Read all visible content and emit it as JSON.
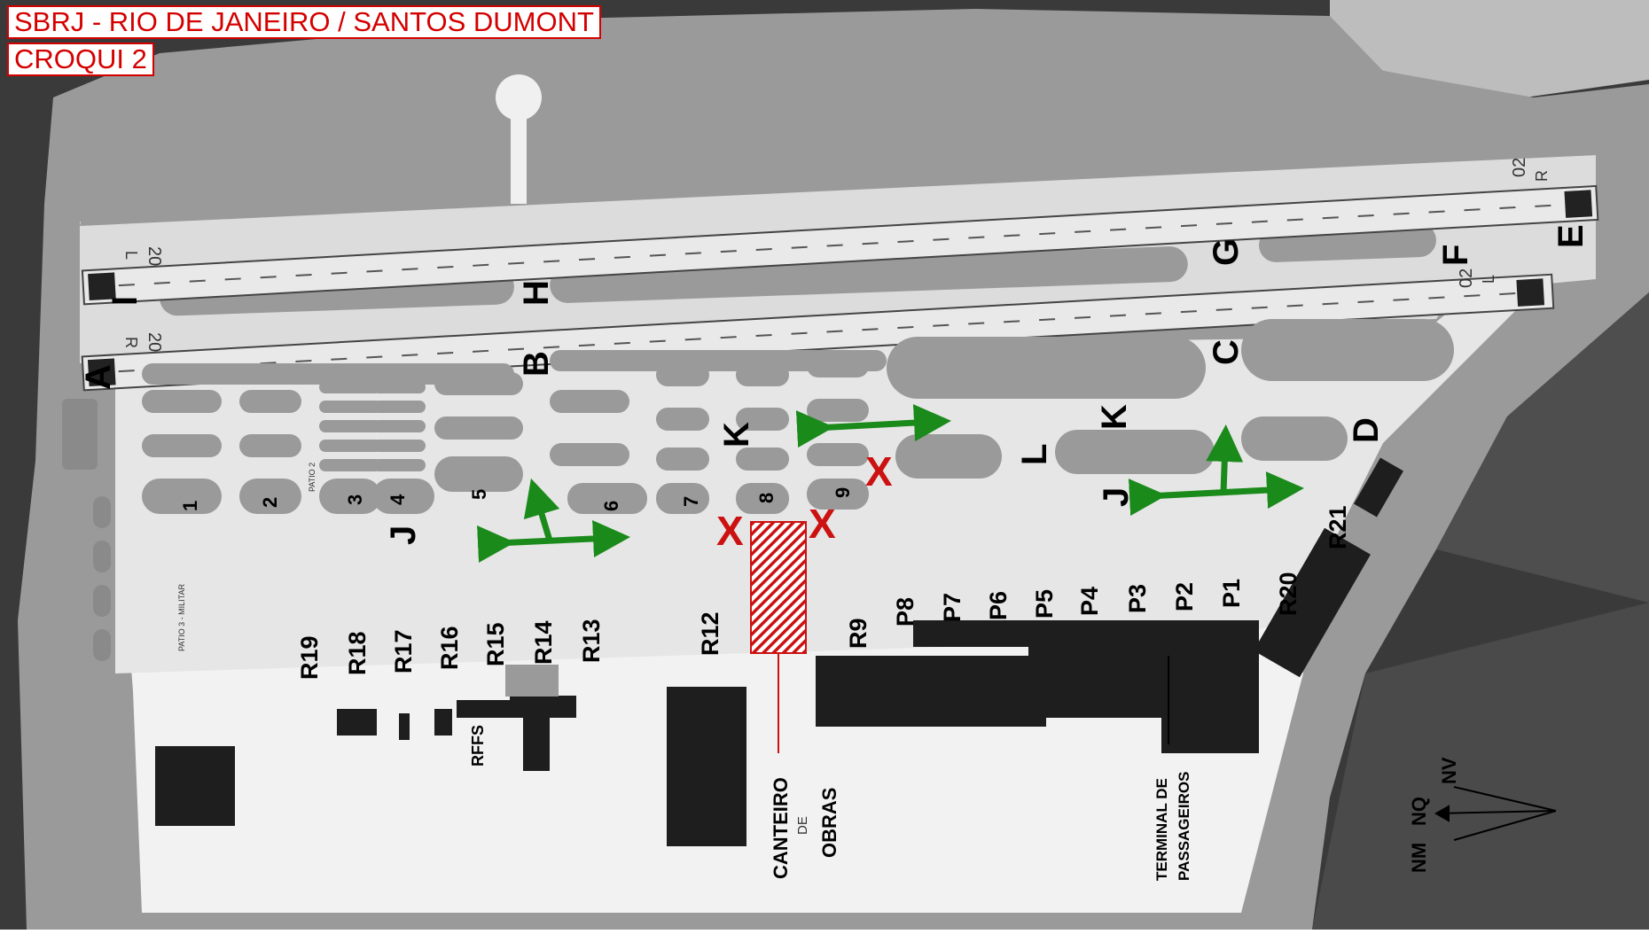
{
  "header": {
    "title": "SBRJ - RIO DE JANEIRO / SANTOS DUMONT",
    "subtitle": "CROQUI 2"
  },
  "runways": {
    "rwy1_west_top": "20",
    "rwy1_west_side": "L",
    "rwy2_west_top": "20",
    "rwy2_west_side": "R",
    "rwy1_east_top": "02",
    "rwy1_east_side": "R",
    "rwy2_east_top": "02",
    "rwy2_east_side": "L"
  },
  "taxiways": {
    "A": "A",
    "B": "B",
    "C": "C",
    "D": "D",
    "E": "E",
    "F": "F",
    "G": "G",
    "H": "H",
    "I": "I",
    "J_west": "J",
    "J_east": "J",
    "K_west": "K",
    "K_east": "K",
    "L": "L"
  },
  "stands": {
    "patio": [
      "1",
      "2",
      "3",
      "4",
      "5",
      "6",
      "7",
      "8",
      "9"
    ],
    "remote": [
      "R19",
      "R18",
      "R17",
      "R16",
      "R15",
      "R14",
      "R13",
      "R12",
      "R9"
    ],
    "piers": [
      "P8",
      "P7",
      "P6",
      "P5",
      "P4",
      "P3",
      "P2",
      "P1"
    ],
    "east": [
      "R20",
      "R21"
    ]
  },
  "labels": {
    "patio2": "PATIO 2",
    "patio3": "PATIO 3 - MILITAR",
    "rffs": "RFFS",
    "canteiro_1": "CANTEIRO",
    "canteiro_2": "DE",
    "canteiro_3": "OBRAS",
    "terminal_1": "TERMINAL DE",
    "terminal_2": "PASSAGEIROS",
    "north_nq": "NQ",
    "north_nv": "NV",
    "north_nm": "NM"
  },
  "colors": {
    "water": "#3a3a3a",
    "ground": "#9a9a9a",
    "pavement": "#e6e6e6",
    "building": "#1e1e1e",
    "closure": "#cc1111",
    "flow_arrow": "#1a8a1a"
  }
}
